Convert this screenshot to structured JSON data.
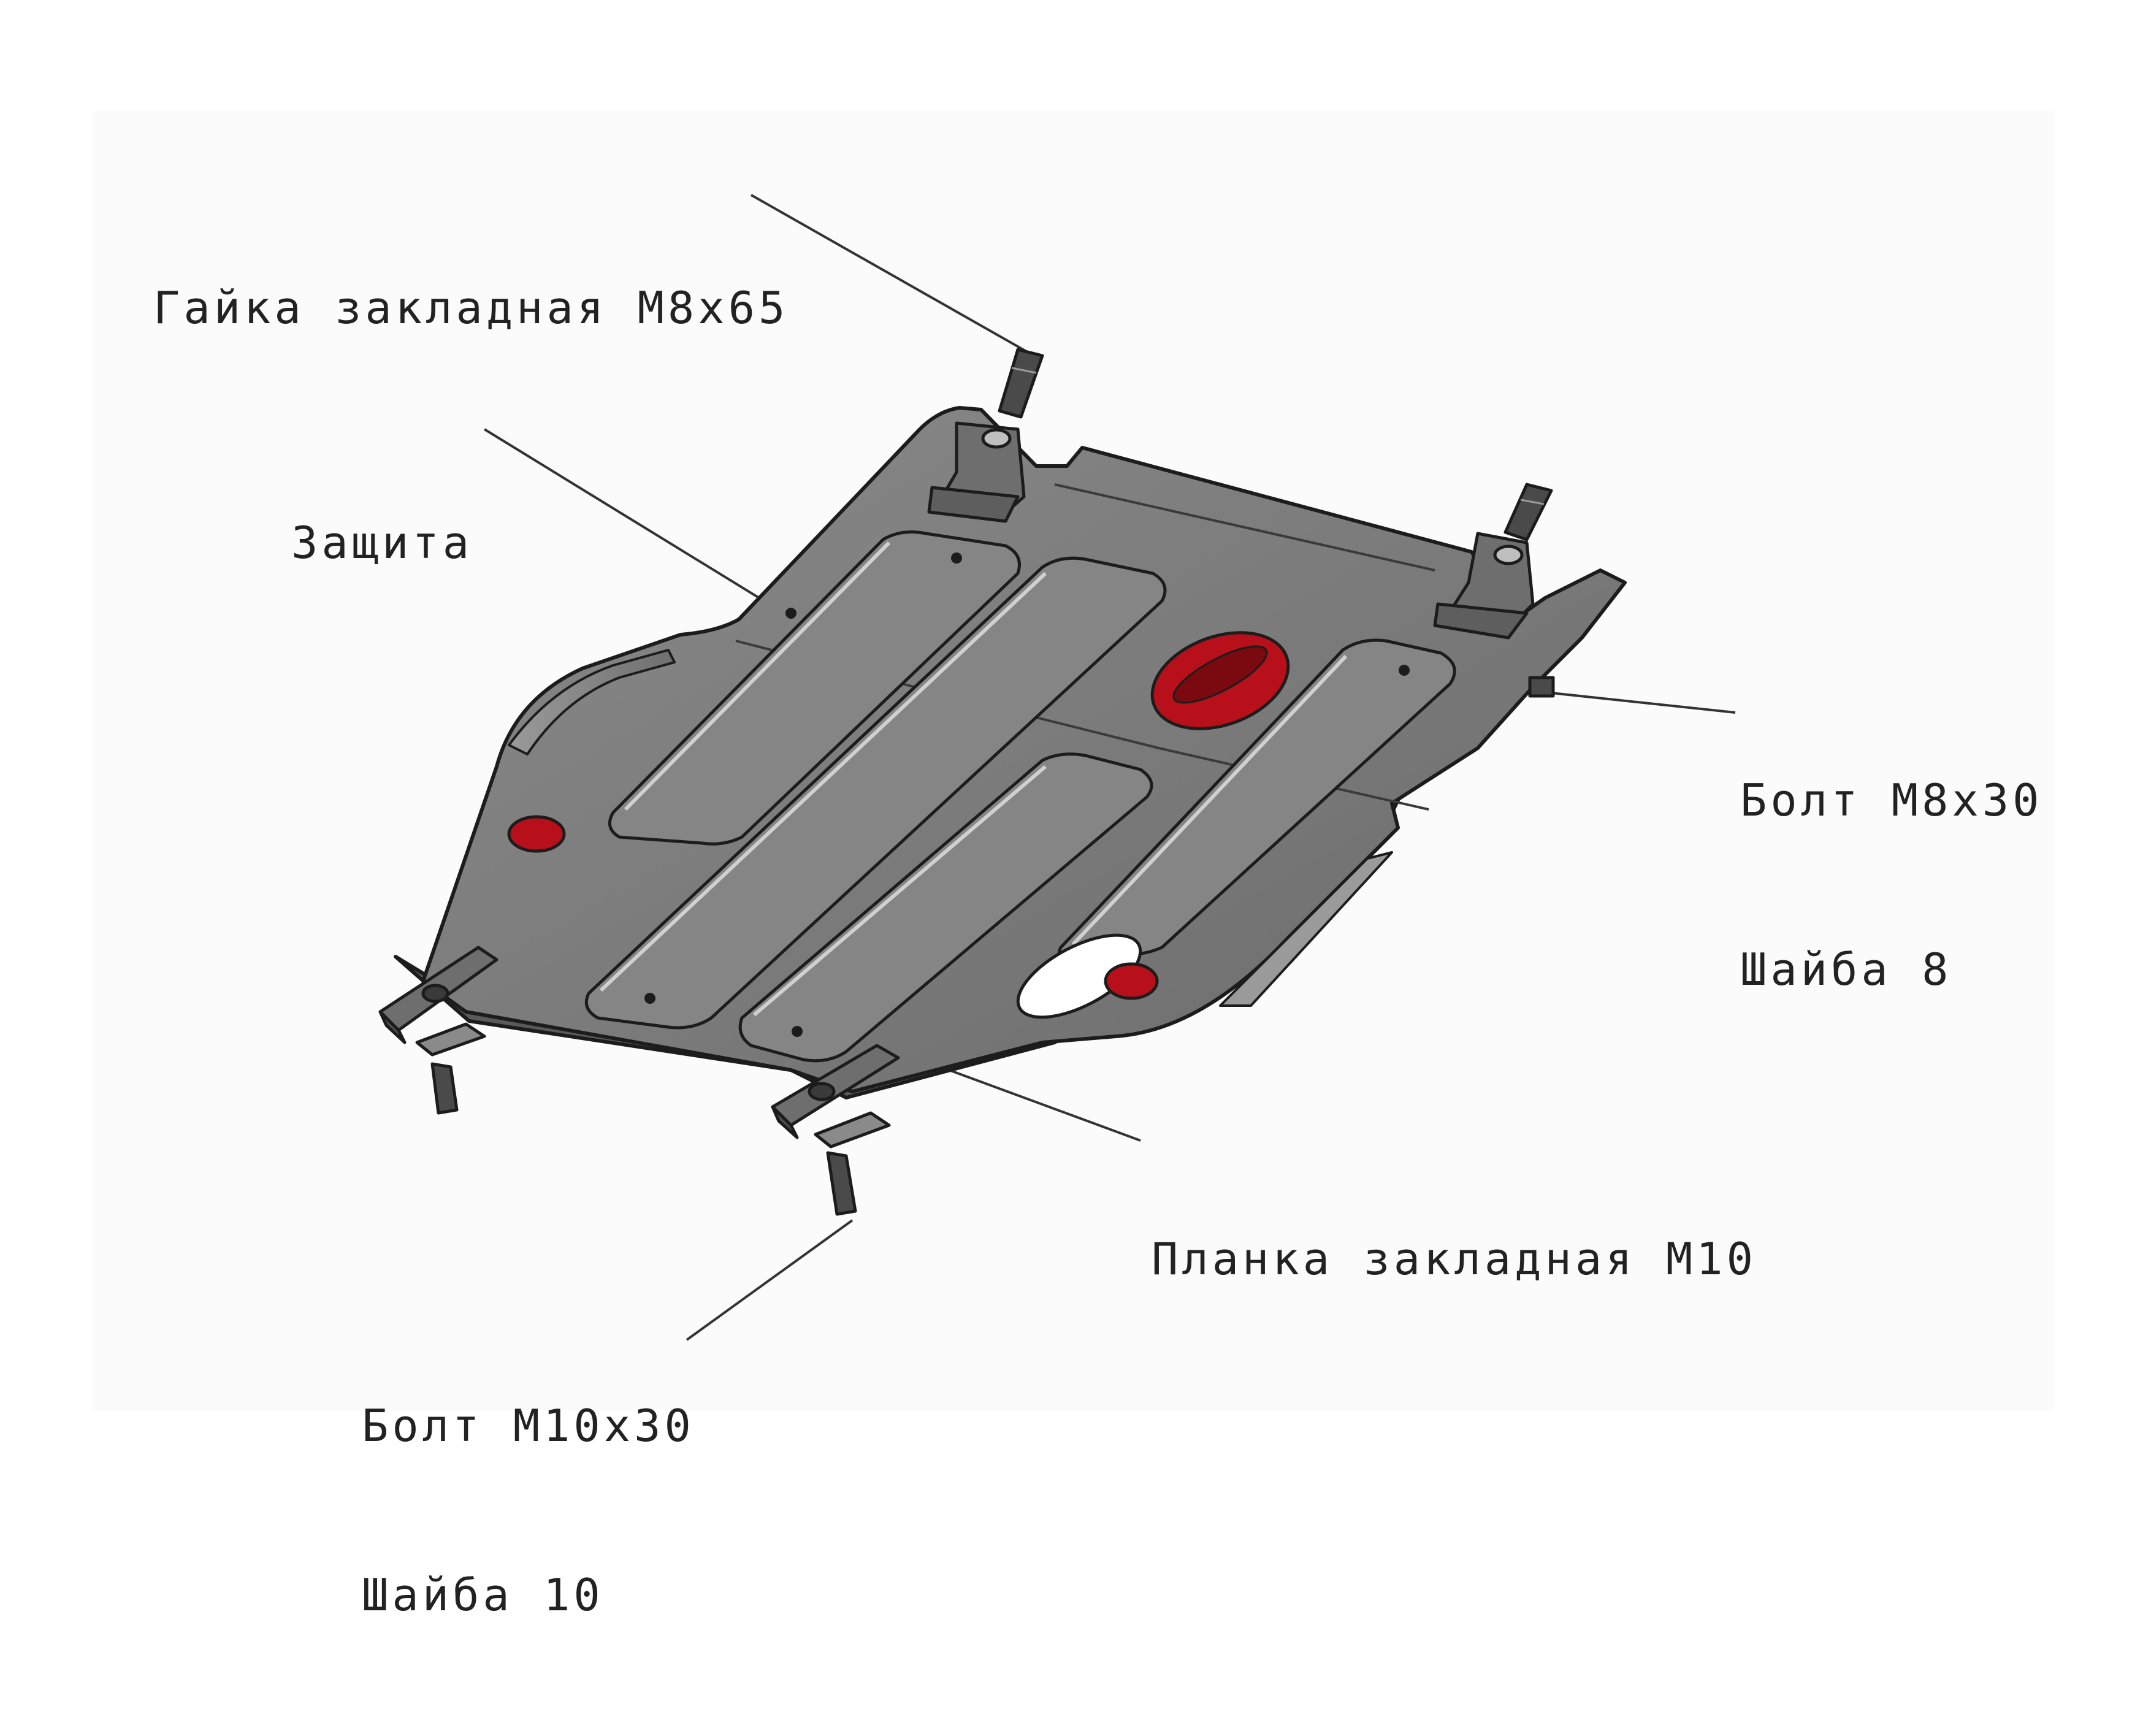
{
  "labels": {
    "nut": "Гайка закладная М8х65",
    "guard": "Защита",
    "bolt_m8_line1": "Болт М8х30",
    "bolt_m8_line2": "Шайба 8",
    "plate": "Планка закладная М10",
    "bolt_m10_line1": "Болт М10х30",
    "bolt_m10_line2": "Шайба 10"
  },
  "colors": {
    "plate_fill": "#808080",
    "plate_dark": "#555555",
    "edge": "#1c1c1c",
    "highlight": "#c9c9c9",
    "plug_red": "#b8101a",
    "plug_red_dark": "#7a0a10",
    "leader": "#333333",
    "bracket": "#6e6e6e",
    "bolt": "#4a4a4a"
  }
}
